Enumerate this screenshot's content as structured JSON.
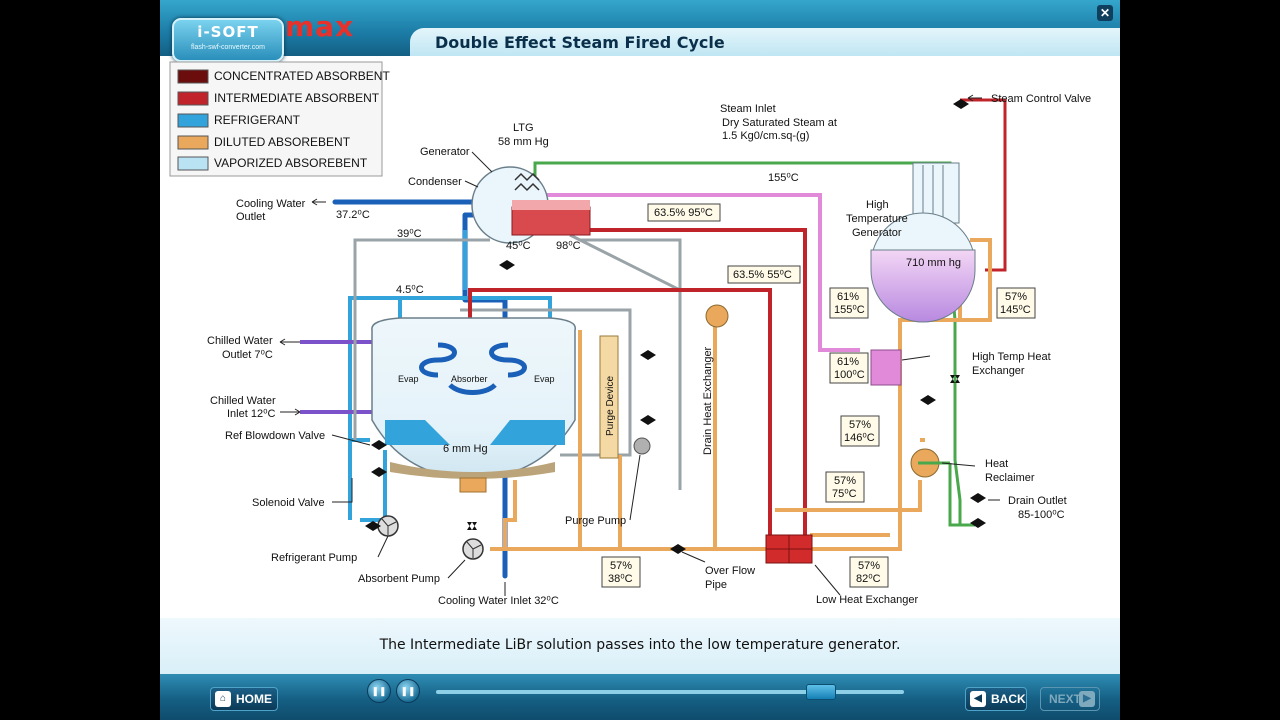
{
  "window": {
    "close_label": "✕"
  },
  "header": {
    "brand": "max",
    "logo_text": "i-SOFT",
    "logo_sub": "flash-swf-converter.com",
    "title": "Double Effect Steam Fired Cycle"
  },
  "legend": [
    {
      "label": "CONCENTRATED ABSORBENT",
      "color": "#6b0d0d"
    },
    {
      "label": "INTERMEDIATE ABSORBENT",
      "color": "#c0242a"
    },
    {
      "label": "REFRIGERANT",
      "color": "#33a3dc"
    },
    {
      "label": "DILUTED ABSOREBENT",
      "color": "#e9a85b"
    },
    {
      "label": "VAPORIZED ABSOREBENT",
      "color": "#b9e3f2"
    }
  ],
  "labels": {
    "ltg": "LTG",
    "ltg_pressure": "58 mm Hg",
    "generator": "Generator",
    "condenser": "Condenser",
    "cooling_water_outlet_1": "Cooling Water",
    "cooling_water_outlet_2": "Outlet",
    "cw_out_temp": "37.2⁰C",
    "t39": "39⁰C",
    "t45": "45⁰C",
    "t98": "98⁰C",
    "t155": "155⁰C",
    "t45c": "4.5⁰C",
    "steam_inlet": "Steam Inlet",
    "dry_steam_1": "Dry Saturated Steam at",
    "dry_steam_2": "1.5 Kg0/cm.sq-(g)",
    "steam_control_valve": "Steam Control Valve",
    "htg_1": "High",
    "htg_2": "Temperature",
    "htg_3": "Generator",
    "htg_pressure": "710 mm hg",
    "chilled_out_1": "Chilled Water",
    "chilled_out_2": "Outlet 7⁰C",
    "chilled_in_1": "Chilled Water",
    "chilled_in_2": "Inlet 12⁰C",
    "ref_blowdown": "Ref Blowdown Valve",
    "solenoid": "Solenoid Valve",
    "ref_pump": "Refrigerant Pump",
    "abs_pump": "Absorbent Pump",
    "cw_inlet": "Cooling Water Inlet 32⁰C",
    "purge_pump": "Purge Pump",
    "purge_device": "Purge Device",
    "drain_hx": "Drain Heat Exchanger",
    "overflow_1": "Over Flow",
    "overflow_2": "Pipe",
    "low_hx": "Low Heat Exchanger",
    "high_hx_1": "High Temp Heat",
    "high_hx_2": "Exchanger",
    "heat_reclaimer_1": "Heat",
    "heat_reclaimer_2": "Reclaimer",
    "drain_outlet_1": "Drain Outlet",
    "drain_outlet_2": "85-100⁰C",
    "evap": "Evap",
    "absorber": "Absorber",
    "six_mm": "6 mm Hg"
  },
  "boxes": {
    "b1": {
      "l1": "63.5% 95⁰C",
      "l2": ""
    },
    "b2": {
      "l1": "63.5%  55⁰C",
      "l2": ""
    },
    "b3": {
      "l1": "61%",
      "l2": "155⁰C"
    },
    "b4": {
      "l1": "61%",
      "l2": "100⁰C"
    },
    "b5": {
      "l1": "57%",
      "l2": "145⁰C"
    },
    "b6": {
      "l1": "57%",
      "l2": "146⁰C"
    },
    "b7": {
      "l1": "57%",
      "l2": "75⁰C"
    },
    "b8": {
      "l1": "57%",
      "l2": "82⁰C"
    },
    "b9": {
      "l1": "57%",
      "l2": "38⁰C"
    }
  },
  "caption": "The Intermediate LiBr solution passes into the low temperature generator.",
  "footer": {
    "home_label": "HOME",
    "back_label": "BACK",
    "next_label": "NEXT",
    "progress": 0.82
  }
}
